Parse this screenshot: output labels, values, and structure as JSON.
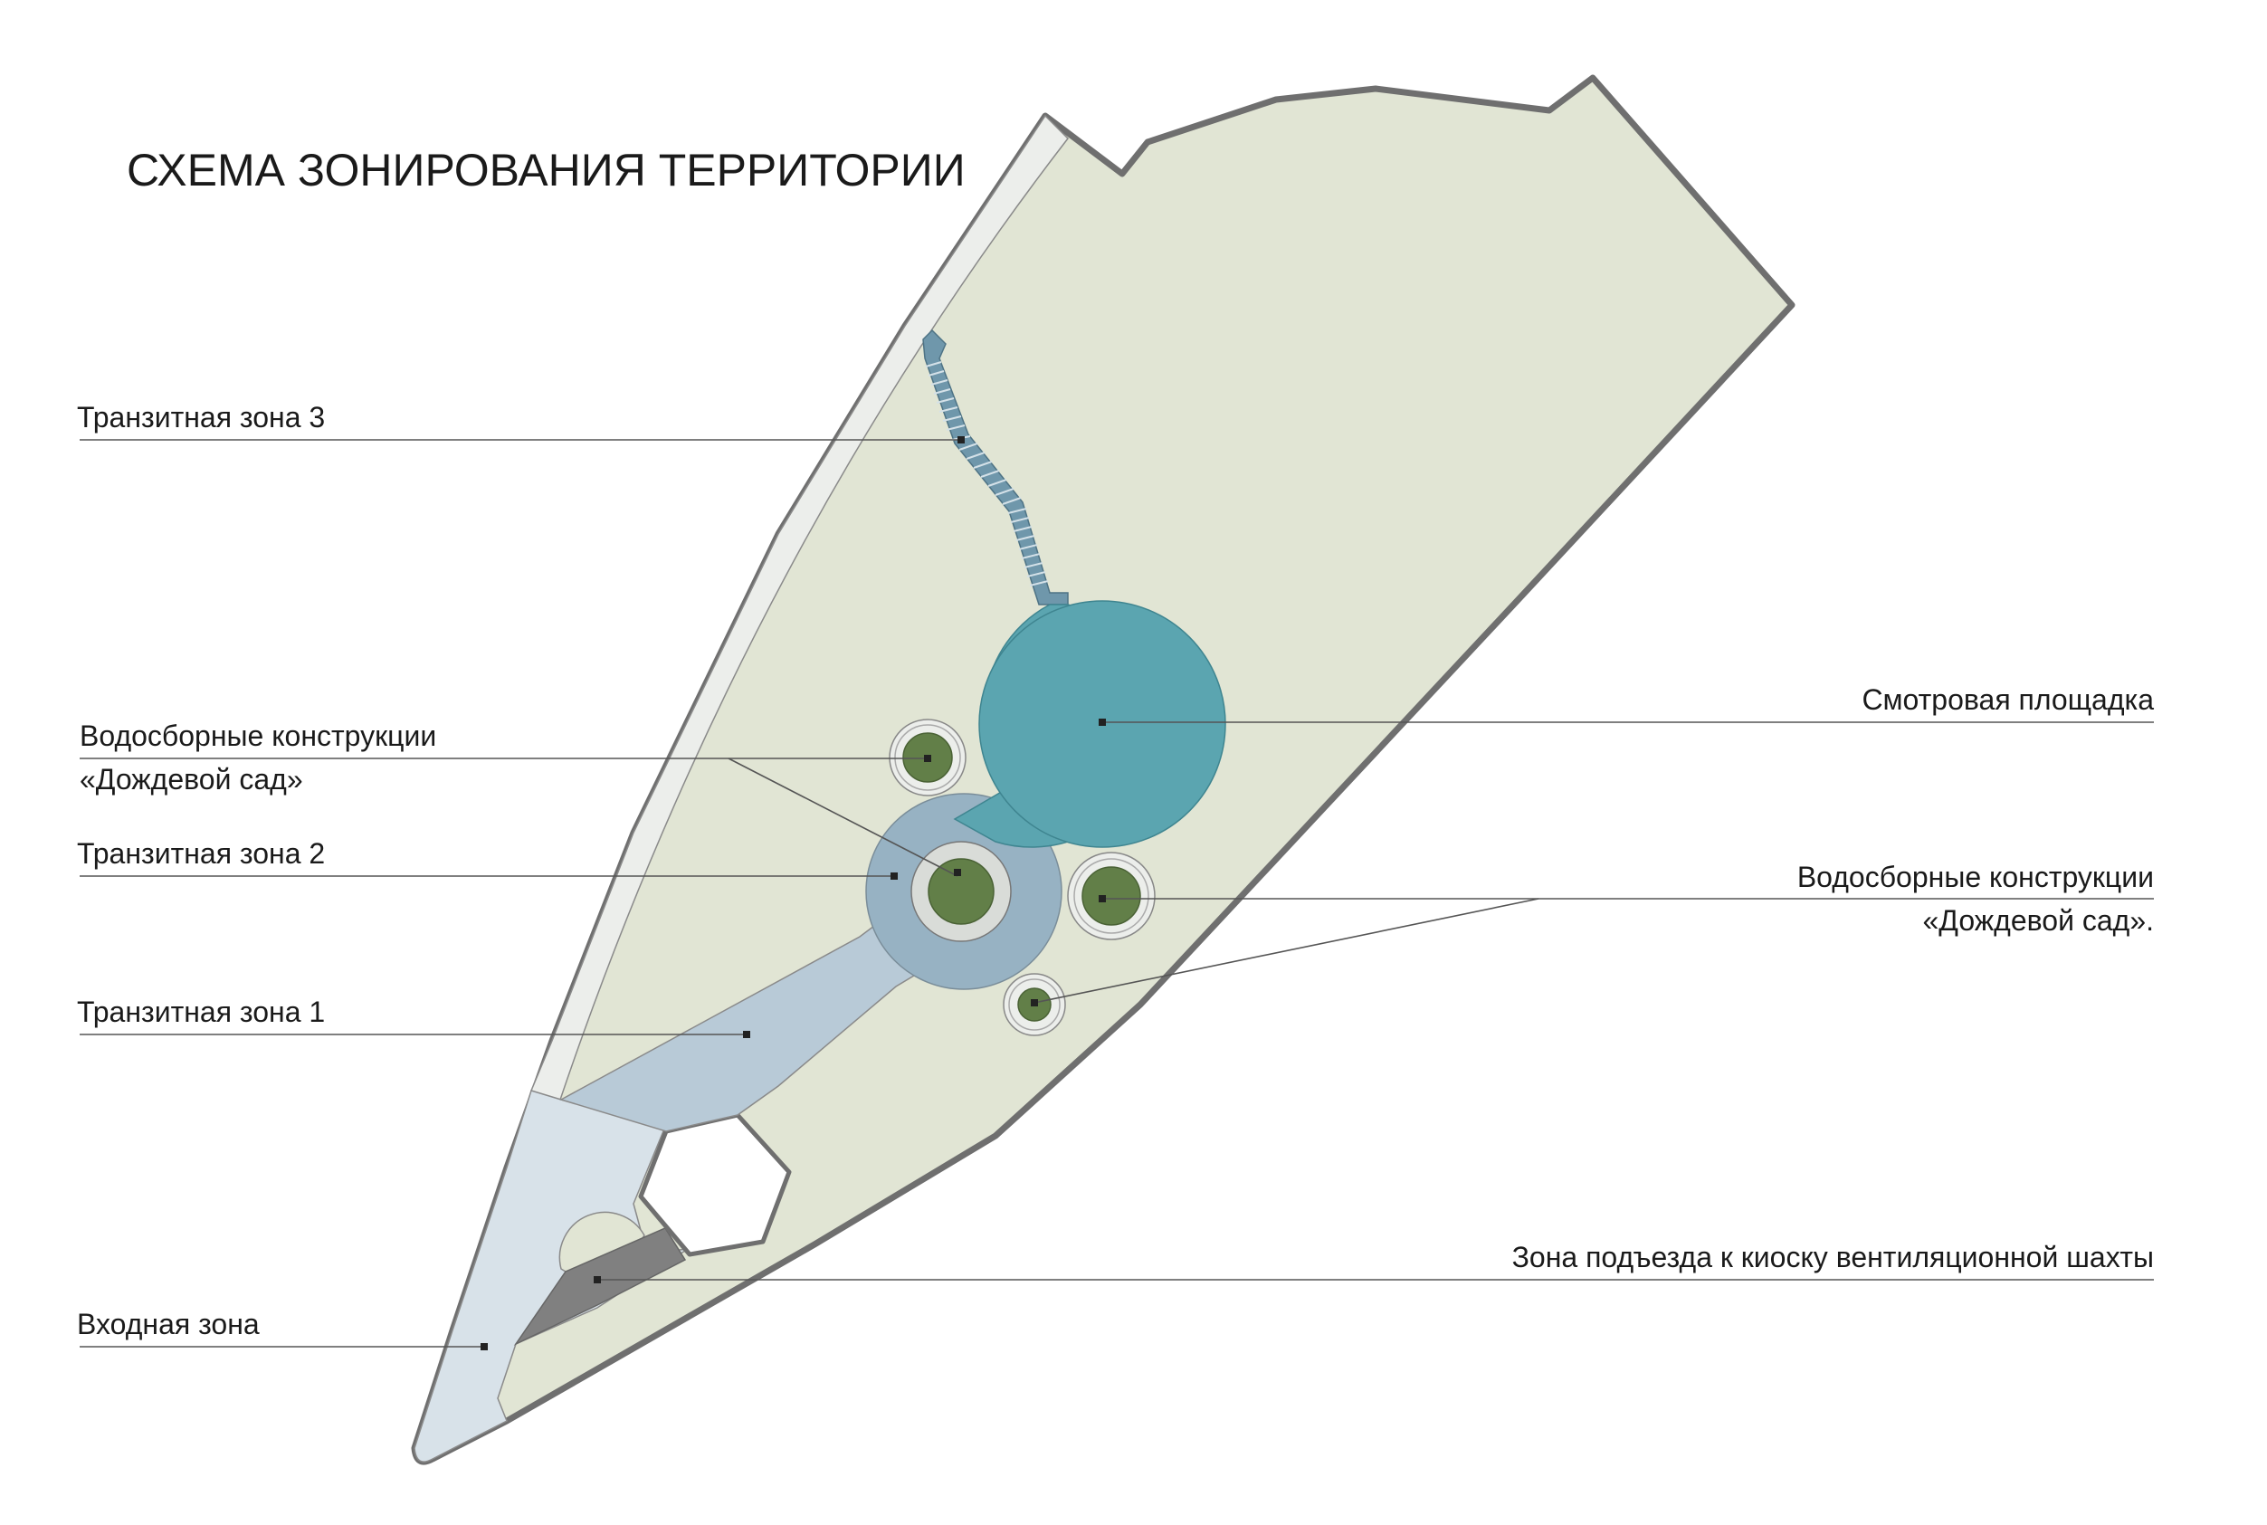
{
  "title": "СХЕМА ЗОНИРОВАНИЯ ТЕРРИТОРИИ",
  "labels": {
    "transit3": "Транзитная зона 3",
    "rain_left_1": "Водосборные конструкции",
    "rain_left_2": "«Дождевой сад»",
    "transit2": "Транзитная зона 2",
    "transit1": "Транзитная зона 1",
    "entrance": "Входная зона",
    "viewpoint": "Смотровая площадка",
    "rain_right_1": "Водосборные конструкции",
    "rain_right_2": "«Дождевой сад».",
    "kiosk": "Зона подъезда к киоску вентиляционной шахты"
  },
  "colors": {
    "territory": "#e1e5d4",
    "border": "#6f6f6f",
    "path_strip": "#eceeeb",
    "viewpoint": "#5ba5b0",
    "transit2": "#97b2c3",
    "transit1": "#b8cad7",
    "entrance": "#d8e2e9",
    "kiosk": "#808080",
    "rain_garden": "#627f48",
    "stairs": "#6f97ab"
  }
}
